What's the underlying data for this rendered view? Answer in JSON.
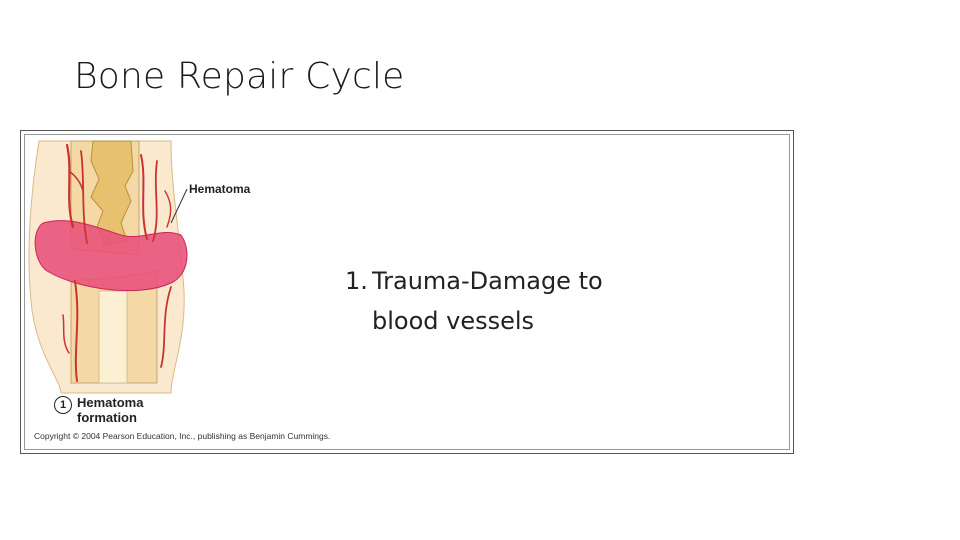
{
  "slide": {
    "title": "Bone Repair Cycle"
  },
  "figure": {
    "callout_label": "Hematoma",
    "step_number": "1",
    "step_title": "Hematoma formation",
    "copyright": "Copyright © 2004 Pearson Education, Inc., publishing as Benjamin Cummings."
  },
  "content": {
    "item_number": "1.",
    "item_text": "Trauma-Damage to blood vessels"
  },
  "colors": {
    "bone": "#f4d9a6",
    "hematoma": "#e8507a",
    "vessel": "#c8342e",
    "spongy_bone": "#e7c16d"
  }
}
